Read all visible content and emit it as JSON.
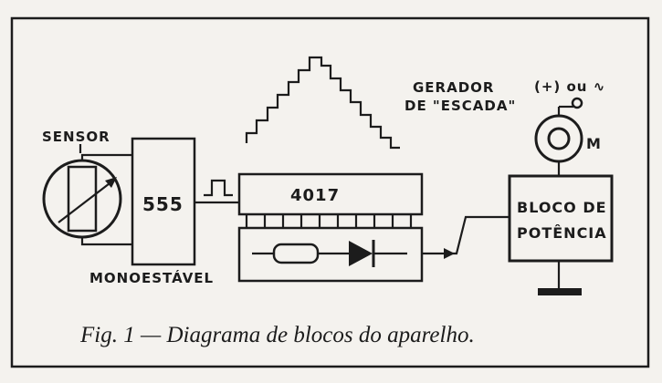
{
  "diagram": {
    "sensor_label": "SENSOR",
    "timer_label": "555",
    "monostable_label": "MONOESTÁVEL",
    "counter_label": "4017",
    "generator_label_line1": "GERADOR",
    "generator_label_line2": "DE \"ESCADA\"",
    "supply_label": "(+) ou ∿",
    "motor_label": "M",
    "power_block_line1": "BLOCO DE",
    "power_block_line2": "POTÊNCIA"
  },
  "caption": "Fig. 1 — Diagrama de blocos do aparelho."
}
